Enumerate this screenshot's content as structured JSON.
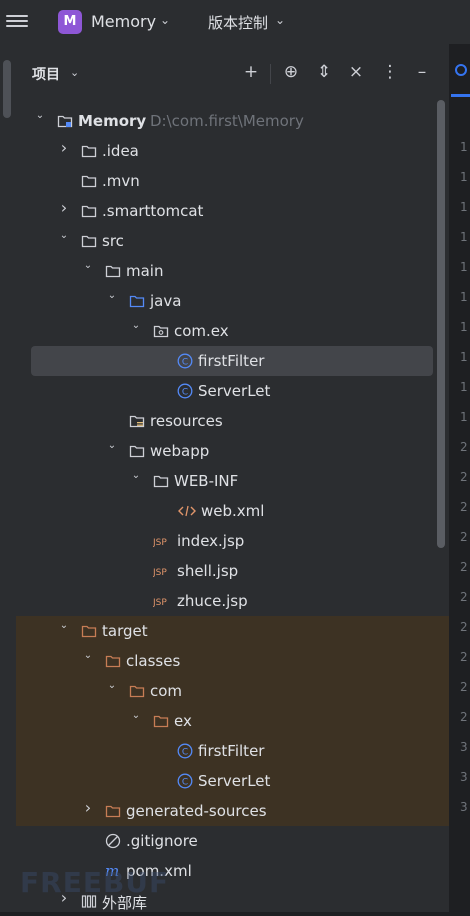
{
  "titlebar": {
    "project_badge": "M",
    "project_name": "Memory",
    "vcs_label": "版本控制"
  },
  "panel": {
    "title": "项目"
  },
  "tree": [
    {
      "label": "Memory",
      "path": "D:\\com.first\\Memory",
      "depth": 0,
      "arrow": "down",
      "icon": "module-folder-icon",
      "bold": true
    },
    {
      "label": ".idea",
      "depth": 1,
      "arrow": "right",
      "icon": "folder-icon"
    },
    {
      "label": ".mvn",
      "depth": 1,
      "arrow": "none",
      "icon": "folder-icon"
    },
    {
      "label": ".smarttomcat",
      "depth": 1,
      "arrow": "right",
      "icon": "folder-icon"
    },
    {
      "label": "src",
      "depth": 1,
      "arrow": "down",
      "icon": "folder-icon"
    },
    {
      "label": "main",
      "depth": 2,
      "arrow": "down",
      "icon": "folder-icon"
    },
    {
      "label": "java",
      "depth": 3,
      "arrow": "down",
      "icon": "source-folder-icon"
    },
    {
      "label": "com.ex",
      "depth": 4,
      "arrow": "down",
      "icon": "package-icon"
    },
    {
      "label": "firstFilter",
      "depth": 5,
      "arrow": "none",
      "icon": "class-icon",
      "selected": true
    },
    {
      "label": "ServerLet",
      "depth": 5,
      "arrow": "none",
      "icon": "class-icon"
    },
    {
      "label": "resources",
      "depth": 3,
      "arrow": "none",
      "icon": "resources-folder-icon"
    },
    {
      "label": "webapp",
      "depth": 3,
      "arrow": "down",
      "icon": "folder-icon"
    },
    {
      "label": "WEB-INF",
      "depth": 4,
      "arrow": "down",
      "icon": "folder-icon"
    },
    {
      "label": "web.xml",
      "depth": 5,
      "arrow": "none",
      "icon": "xml-file-icon"
    },
    {
      "label": "index.jsp",
      "depth": 4,
      "arrow": "none",
      "icon": "jsp-file-icon"
    },
    {
      "label": "shell.jsp",
      "depth": 4,
      "arrow": "none",
      "icon": "jsp-file-icon"
    },
    {
      "label": "zhuce.jsp",
      "depth": 4,
      "arrow": "none",
      "icon": "jsp-file-icon"
    },
    {
      "label": "target",
      "depth": 1,
      "arrow": "down",
      "icon": "excluded-folder-icon",
      "excluded": true
    },
    {
      "label": "classes",
      "depth": 2,
      "arrow": "down",
      "icon": "excluded-folder-icon",
      "excluded": true
    },
    {
      "label": "com",
      "depth": 3,
      "arrow": "down",
      "icon": "excluded-folder-icon",
      "excluded": true
    },
    {
      "label": "ex",
      "depth": 4,
      "arrow": "down",
      "icon": "excluded-folder-icon",
      "excluded": true
    },
    {
      "label": "firstFilter",
      "depth": 5,
      "arrow": "none",
      "icon": "class-icon",
      "excluded": true
    },
    {
      "label": "ServerLet",
      "depth": 5,
      "arrow": "none",
      "icon": "class-icon",
      "excluded": true
    },
    {
      "label": "generated-sources",
      "depth": 2,
      "arrow": "right",
      "icon": "excluded-folder-icon",
      "excluded": true
    },
    {
      "label": ".gitignore",
      "depth": 2,
      "arrow": "none",
      "icon": "ignore-file-icon"
    },
    {
      "label": "pom.xml",
      "depth": 2,
      "arrow": "none",
      "icon": "maven-file-icon"
    },
    {
      "label": "外部库",
      "depth": 1,
      "arrow": "right",
      "icon": "library-icon"
    }
  ],
  "gutter_numbers": [
    "1",
    "1",
    "1",
    "1",
    "1",
    "1",
    "1",
    "1",
    "1",
    "1",
    "2",
    "2",
    "2",
    "2",
    "2",
    "2",
    "2",
    "2",
    "2",
    "2",
    "3",
    "3",
    "3"
  ],
  "colors": {
    "accent": "#3574f0",
    "folder": "#ced0d6",
    "source_folder": "#548af7",
    "excluded_folder": "#c77d55",
    "class": "#548af7",
    "jsp": "#e0956a",
    "excluded_bg": "#3d3223",
    "selection": "#43454a"
  }
}
